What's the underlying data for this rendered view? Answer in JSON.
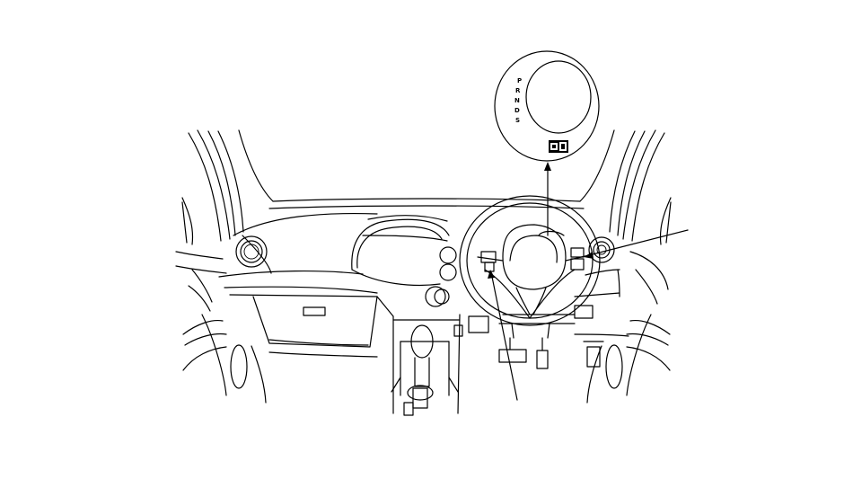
{
  "diagram": {
    "gear_indicator_letters": [
      "P",
      "R",
      "N",
      "D",
      "S"
    ]
  }
}
